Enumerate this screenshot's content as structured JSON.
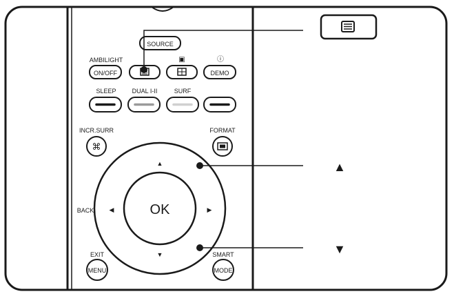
{
  "diagram": {
    "buttons": {
      "source": "SOURCE",
      "ambilight_label": "AMBILIGHT",
      "on_off": "ON/OFF",
      "demo": "DEMO",
      "sleep": "SLEEP",
      "dual": "DUAL I-II",
      "surf": "SURF",
      "incr_surr": "INCR.SURR",
      "format": "FORMAT",
      "back": "BACK",
      "ok": "OK",
      "exit": "EXIT",
      "menu": "MENU",
      "smart": "SMART",
      "mode": "MODE"
    },
    "callouts": {
      "up_arrow": "▲",
      "down_arrow": "▼"
    },
    "colors": {
      "line": "#1a1a1a",
      "background": "#ffffff"
    }
  }
}
